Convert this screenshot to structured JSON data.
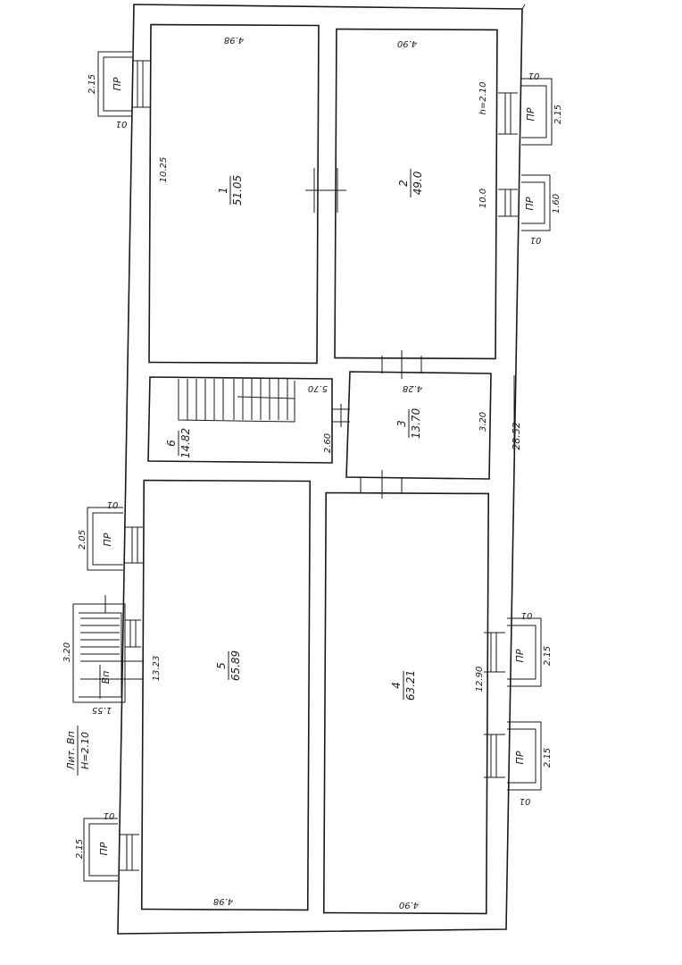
{
  "rooms": [
    {
      "number": "1",
      "area": "51.05"
    },
    {
      "number": "2",
      "area": "49.0"
    },
    {
      "number": "3",
      "area": "13.70"
    },
    {
      "number": "4",
      "area": "63.21"
    },
    {
      "number": "5",
      "area": "65.89"
    },
    {
      "number": "6",
      "area": "14.82"
    }
  ],
  "dimensions": {
    "r1_top": "4.98",
    "r2_top": "4.90",
    "r1_side": "10.25",
    "r2_side": "10.0",
    "r2_h": "h=2.10",
    "r3_top": "4.28",
    "r3_side": "3.20",
    "r6_top": "5.70",
    "r6_side": "2.60",
    "total_length": "28.52",
    "r4_side": "12.90",
    "r4_bottom": "4.90",
    "r5_side": "13.23",
    "r5_bottom": "4.98",
    "porch_side": "3.20",
    "porch_width": "1.55"
  },
  "windows": [
    {
      "label": "ПР",
      "height": "2.15",
      "sill": "01"
    },
    {
      "label": "ПР",
      "height": "2.15",
      "sill": "01"
    },
    {
      "label": "ПР",
      "height": "1.60",
      "sill": "01"
    },
    {
      "label": "ПР",
      "height": "2.05",
      "sill": "01"
    },
    {
      "label": "ПР",
      "height": "2.15",
      "sill": "01"
    },
    {
      "label": "ПР",
      "height": "2.15",
      "sill": "01"
    },
    {
      "label": "ПР",
      "height": "2.15",
      "sill": "01"
    }
  ],
  "porch": {
    "label": "Вп",
    "lit_label": "Лит. Вп",
    "lit_h": "H=2.10"
  }
}
